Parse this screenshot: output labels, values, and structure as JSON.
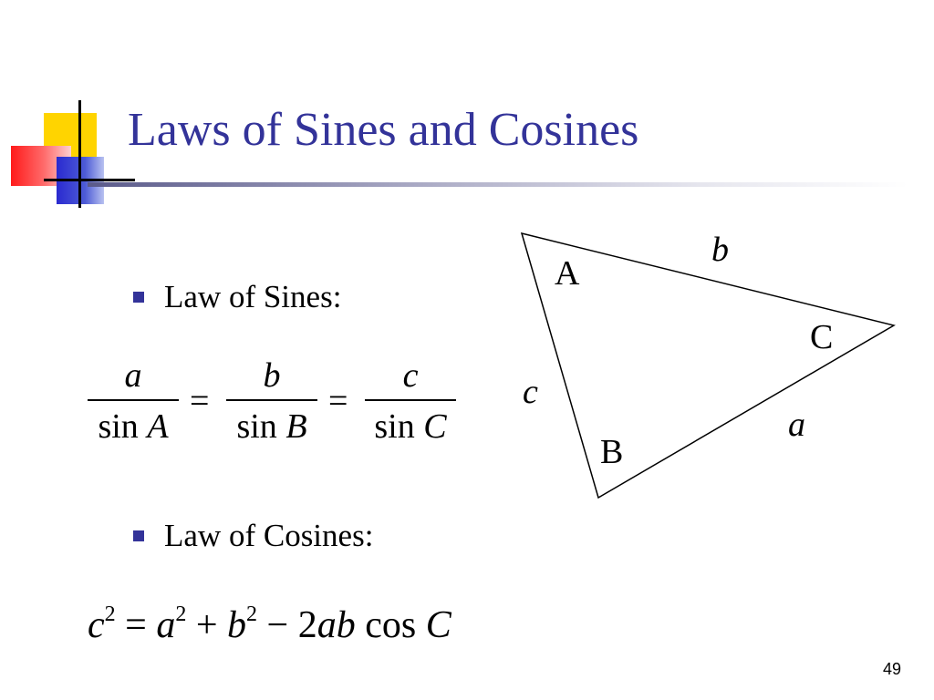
{
  "slide": {
    "title": "Laws of Sines and Cosines",
    "page_number": "49"
  },
  "bullets": [
    {
      "label": "Law of Sines:"
    },
    {
      "label": "Law of Cosines:"
    }
  ],
  "law_of_sines": {
    "fractions": [
      {
        "numerator": "a",
        "function": "sin",
        "angle": "A"
      },
      {
        "numerator": "b",
        "function": "sin",
        "angle": "B"
      },
      {
        "numerator": "c",
        "function": "sin",
        "angle": "C"
      }
    ],
    "equals": "="
  },
  "law_of_cosines": {
    "lhs_var": "c",
    "lhs_exp": "2",
    "equals": "=",
    "term1_var": "a",
    "term1_exp": "2",
    "plus": "+",
    "term2_var": "b",
    "term2_exp": "2",
    "minus": "−",
    "coef": "2",
    "product_vars": "ab",
    "function": "cos",
    "angle": "C"
  },
  "triangle": {
    "vertex_labels": {
      "A": "A",
      "B": "B",
      "C": "C"
    },
    "side_labels": {
      "a": "a",
      "b": "b",
      "c": "c"
    }
  },
  "colors": {
    "title": "#333399",
    "bullet": "#333399",
    "logo_yellow": "#ffd400",
    "logo_red": "#ff1a1a",
    "logo_blue": "#2a2ad0"
  }
}
